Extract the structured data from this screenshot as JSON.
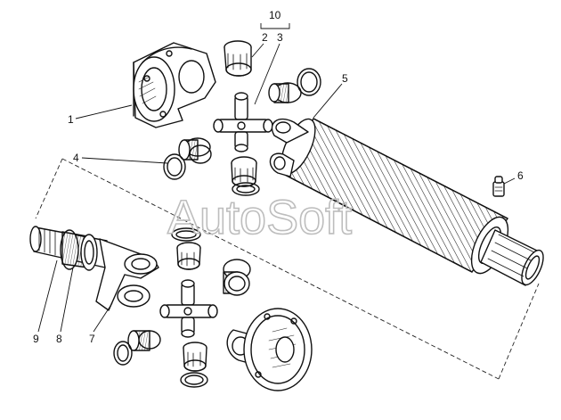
{
  "labels": {
    "l1": "1",
    "l2": "2",
    "l3": "3",
    "l4": "4",
    "l5": "5",
    "l6": "6",
    "l7": "7",
    "l8": "8",
    "l9": "9",
    "l10": "10"
  },
  "watermark": "AutoSoft",
  "colors": {
    "ink": "#111111",
    "watermark": "#bdbdbd",
    "background": "#ffffff"
  }
}
